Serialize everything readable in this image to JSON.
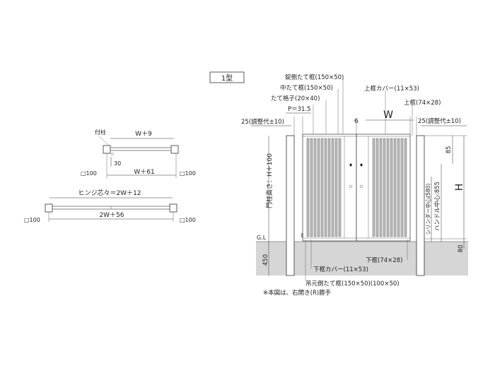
{
  "model_label": "1型",
  "note": "※本図は、右開き(R)勝手",
  "left_plan_top": {
    "post_label": "付柱",
    "width_top": "W＋9",
    "offset": "30",
    "width_bottom": "W＋61",
    "post_size_left": "□100",
    "post_size_right": "□100"
  },
  "left_plan_bottom": {
    "hinge_label": "ヒンジ芯々＝2W＋12",
    "width_bottom": "2W＋56",
    "post_size_left": "□100",
    "post_size_right": "□100"
  },
  "elevation": {
    "labels": {
      "lock_side_frame": "錠側たて框(150×50)",
      "center_frame": "中たて框(150×50)",
      "vertical_bars": "たて格子(20×40)",
      "pitch": "P＝31.5",
      "adjust_left": "25(調整代±10)",
      "top_cover": "上框カバー(11×53)",
      "top_frame": "上框(74×28)",
      "six": "6",
      "w": "W",
      "adjust_right": "25(調整代±10)",
      "bottom_frame": "下框(74×28)",
      "bottom_cover": "下框カバー(11×53)",
      "hinge_frame": "吊元側たて框(150×50)(100×50)",
      "gl": "G.L"
    },
    "dims": {
      "post_height": "門柱高さ：H＋100",
      "top_gap": "85",
      "h": "H",
      "handle": "ハンドル中心:855",
      "cylinder": "シリンダー中心(580)",
      "bottom_gap": "80",
      "embed": "450"
    }
  },
  "colors": {
    "magenta": "#d0008a",
    "ground": "#d6d6d6",
    "bars": "#bfbfbf"
  }
}
